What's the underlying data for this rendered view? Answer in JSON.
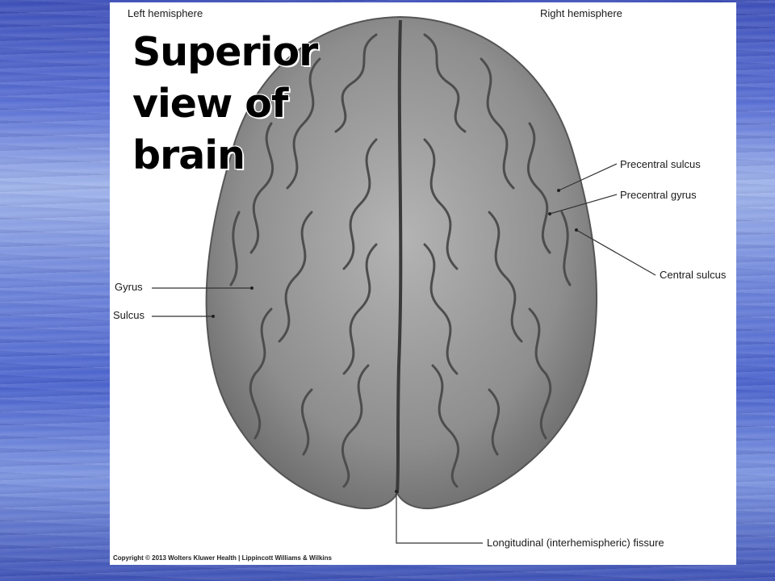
{
  "slide": {
    "title": "Superior view of brain"
  },
  "labels": {
    "left_hemisphere": "Left hemisphere",
    "right_hemisphere": "Right hemisphere",
    "precentral_sulcus": "Precentral sulcus",
    "precentral_gyrus": "Precentral gyrus",
    "central_sulcus": "Central sulcus",
    "gyrus": "Gyrus",
    "sulcus": "Sulcus",
    "longitudinal_fissure": "Longitudinal (interhemispheric) fissure"
  },
  "copyright": "Copyright © 2013 Wolters Kluwer Health | Lippincott Williams & Wilkins",
  "colors": {
    "background_blue": "#4a62cc",
    "brain_gray": "#9a9a9a",
    "panel": "#ffffff"
  }
}
